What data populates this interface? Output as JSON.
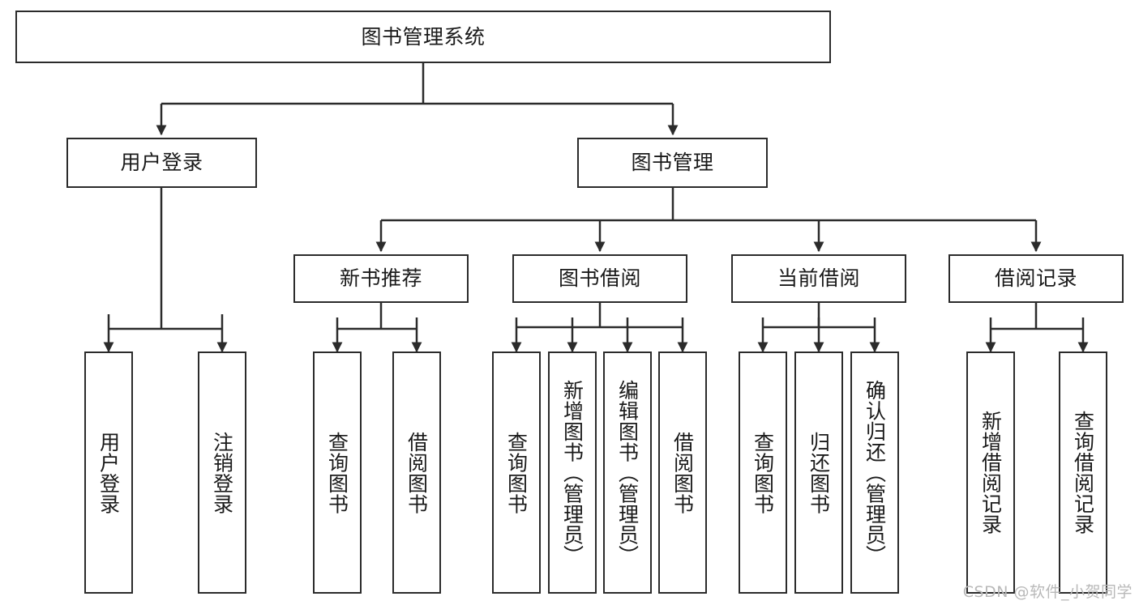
{
  "diagram": {
    "title": "图书管理系统",
    "root": {
      "label": "图书管理系统"
    },
    "level1": [
      {
        "label": "用户登录"
      },
      {
        "label": "图书管理"
      }
    ],
    "level2": [
      {
        "label": "新书推荐"
      },
      {
        "label": "图书借阅"
      },
      {
        "label": "当前借阅"
      },
      {
        "label": "借阅记录"
      }
    ],
    "leaves": {
      "user_login": [
        {
          "label": "用户登录"
        },
        {
          "label": "注销登录"
        }
      ],
      "new_book_recommend": [
        {
          "label": "查询图书"
        },
        {
          "label": "借阅图书"
        }
      ],
      "book_borrow": [
        {
          "label": "查询图书"
        },
        {
          "label": "新增图书（管理员）"
        },
        {
          "label": "编辑图书（管理员）"
        },
        {
          "label": "借阅图书"
        }
      ],
      "current_borrow": [
        {
          "label": "查询图书"
        },
        {
          "label": "归还图书"
        },
        {
          "label": "确认归还（管理员）"
        }
      ],
      "borrow_record": [
        {
          "label": "新增借阅记录"
        },
        {
          "label": "查询借阅记录"
        }
      ]
    }
  },
  "watermark": {
    "text": "CSDN @软件_小贺同学"
  },
  "colors": {
    "stroke": "#2b2b2b",
    "fill": "#ffffff",
    "text": "#1a1a1a",
    "watermark": "#b9b9b9"
  }
}
